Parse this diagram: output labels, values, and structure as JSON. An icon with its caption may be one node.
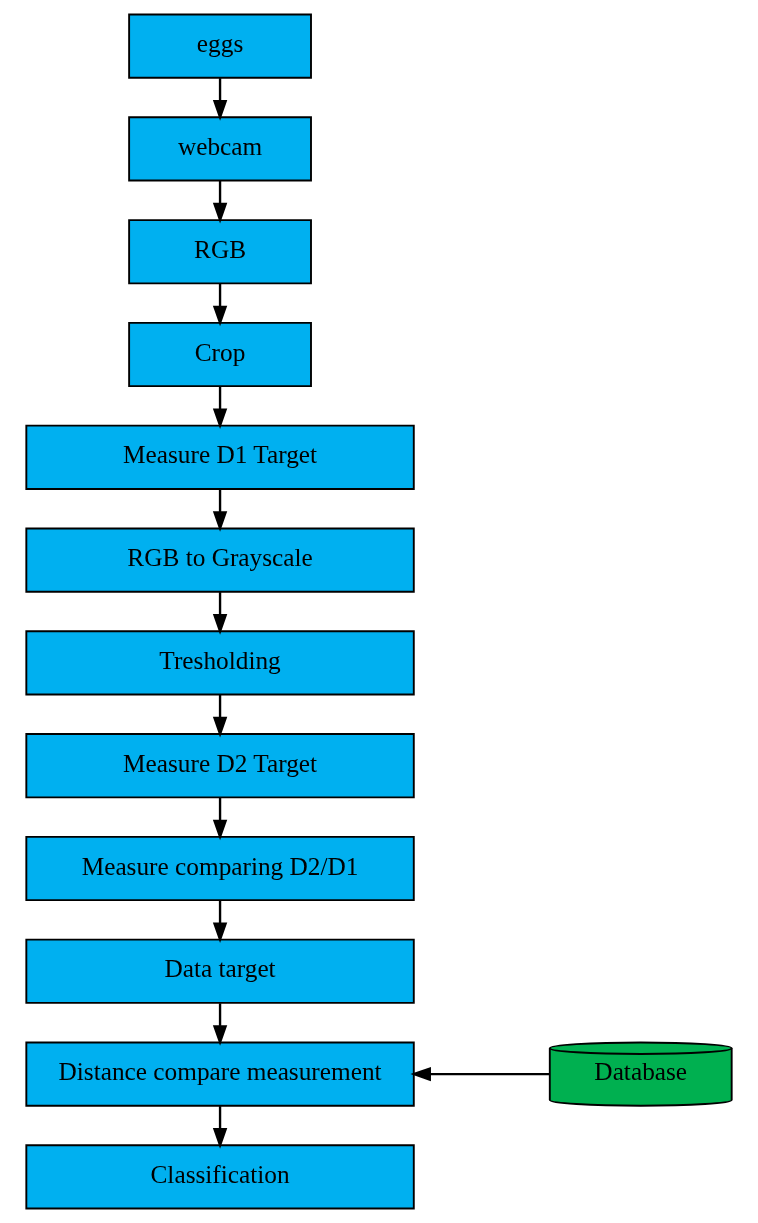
{
  "diagram": {
    "nodes": [
      {
        "text": [
          "eggs"
        ]
      },
      {
        "text": [
          "webcam"
        ]
      },
      {
        "text": [
          "RGB"
        ]
      },
      {
        "text": [
          "Crop"
        ]
      },
      {
        "text": [
          "Measure D1 Target"
        ]
      },
      {
        "text": [
          "RGB to Grayscale"
        ]
      },
      {
        "text": [
          "Tresholding"
        ]
      },
      {
        "text": [
          "Measure D2 Target"
        ]
      },
      {
        "text": [
          "Measure comparing D2/D1"
        ]
      },
      {
        "text": [
          "Data target"
        ]
      },
      {
        "text": [
          "Distance compare measurement"
        ]
      },
      {
        "text": [
          "Classification"
        ]
      },
      {
        "text": [
          "Database"
        ]
      }
    ],
    "edges": [
      {
        "from": 0,
        "to": 1,
        "arrow": "to"
      },
      {
        "from": 1,
        "to": 2,
        "arrow": "to"
      },
      {
        "from": 2,
        "to": 3,
        "arrow": "to"
      },
      {
        "from": 3,
        "to": 4,
        "arrow": "to"
      },
      {
        "from": 4,
        "to": 5,
        "arrow": "to"
      },
      {
        "from": 5,
        "to": 6,
        "arrow": "to"
      },
      {
        "from": 6,
        "to": 7,
        "arrow": "to"
      },
      {
        "from": 7,
        "to": 8,
        "arrow": "to"
      },
      {
        "from": 8,
        "to": 9,
        "arrow": "to"
      },
      {
        "from": 9,
        "to": 10,
        "arrow": "to"
      },
      {
        "from": 10,
        "to": 11,
        "arrow": "to"
      },
      {
        "from": 12,
        "to": 10,
        "arrow": "to"
      }
    ]
  }
}
